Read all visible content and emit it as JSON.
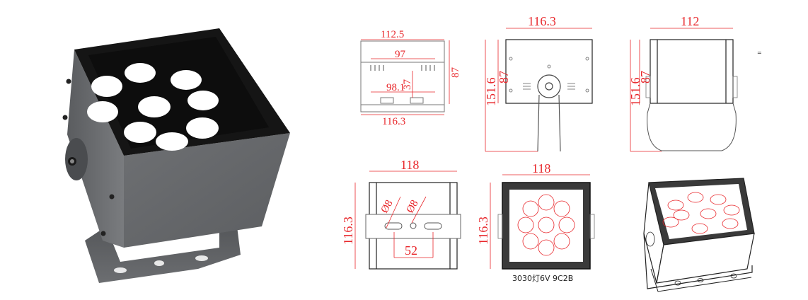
{
  "product_photo": {
    "label": "9-LED square flood light, grey housing, black bezel, U-bracket mount",
    "led_count": 9,
    "colors": {
      "housing": "#6b6d70",
      "housing_dark": "#4a4c4f",
      "bezel": "#151515",
      "led": "#ffffff"
    }
  },
  "drawings": {
    "dimension_color": "#e8262a",
    "line_color": "#222222",
    "profile_section": {
      "top_width": "112.5",
      "inner_width": "97",
      "inner_lower_width": "98.1",
      "inner_height": "37",
      "height": "87",
      "bottom_width": "116.3"
    },
    "front_view": {
      "width": "116.3",
      "body_height": "87",
      "total_height": "151.6"
    },
    "side_view": {
      "width": "112",
      "body_height": "87",
      "total_height": "151.6",
      "side_mark": "="
    },
    "bottom_view": {
      "width": "118",
      "height": "116.3",
      "hole_left": "Ø8",
      "hole_right": "Ø8",
      "hole_spacing": "52"
    },
    "top_view": {
      "width": "118",
      "height": "116.3",
      "caption": "3030灯6V  9C2B",
      "led_count": 9
    },
    "iso_view": {
      "label": "isometric line drawing",
      "led_count": 9
    }
  }
}
